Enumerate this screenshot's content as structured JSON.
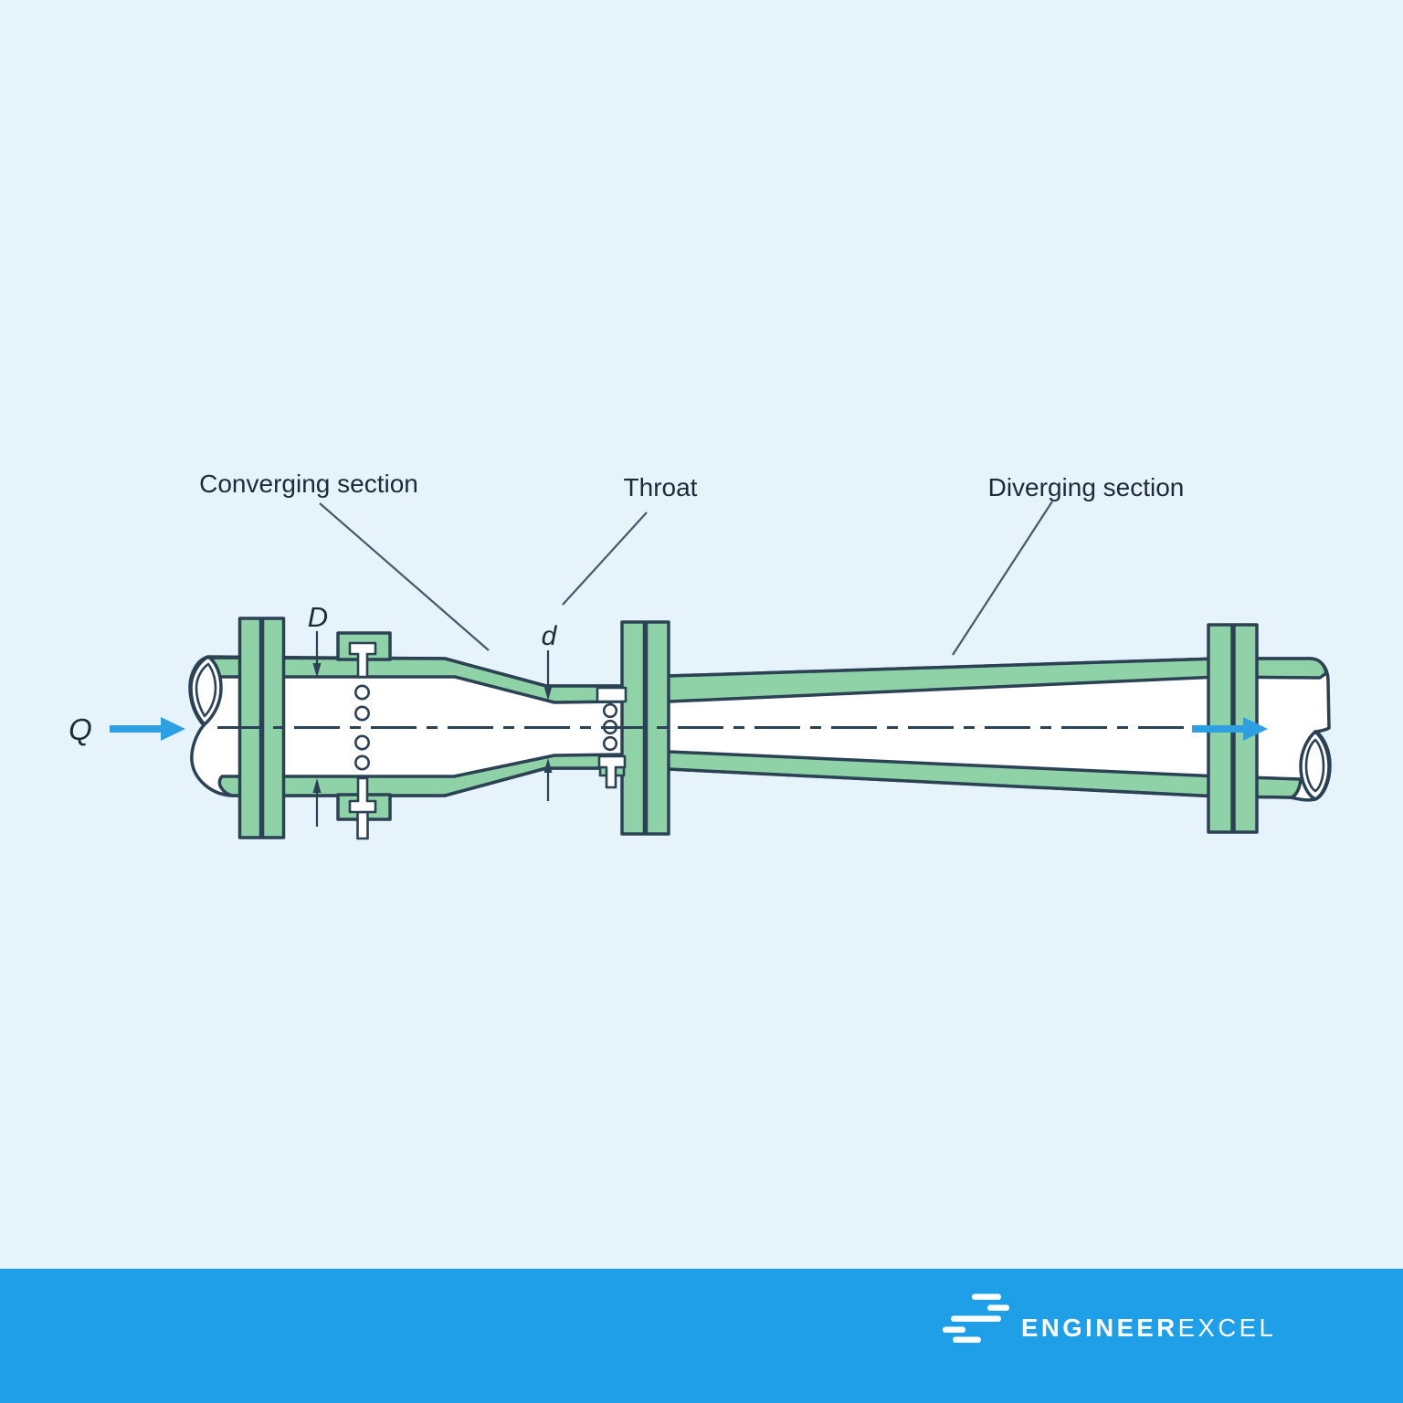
{
  "diagram": {
    "section_labels": {
      "converging": "Converging section",
      "throat": "Throat",
      "diverging": "Diverging section"
    },
    "dimension_labels": {
      "inlet_diameter": "D",
      "throat_diameter": "d",
      "flow_rate": "Q"
    }
  },
  "footer": {
    "brand_bold": "ENGINEER",
    "brand_light": "EXCEL"
  },
  "colors": {
    "background": "#e7f3fb",
    "pipe_fill": "#90d2a8",
    "pipe_interior": "#ffffff",
    "outline": "#2b4154",
    "flow_arrow": "#2d9fe3",
    "footer_bar": "#1f9fe8",
    "label_text": "#1b2b3a",
    "leader_line": "#44586c",
    "logo_text": "#ffffff"
  }
}
